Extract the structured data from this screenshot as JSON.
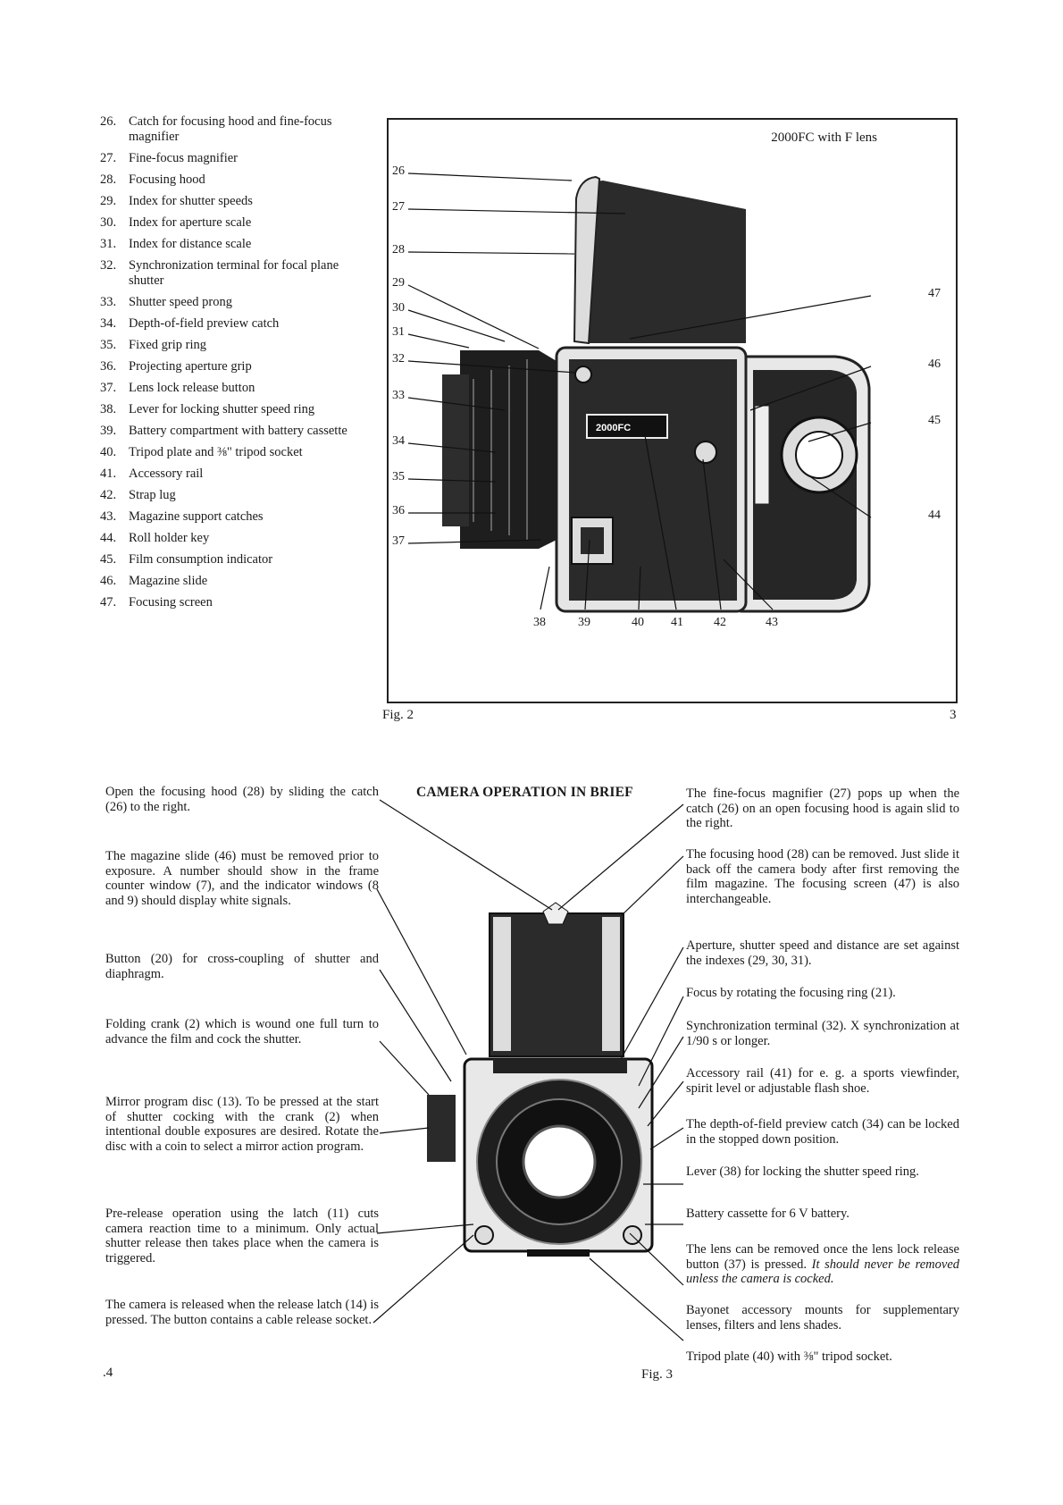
{
  "parts_list": [
    {
      "num": "26.",
      "text": "Catch for focusing hood and fine-focus magnifier"
    },
    {
      "num": "27.",
      "text": "Fine-focus magnifier"
    },
    {
      "num": "28.",
      "text": "Focusing hood"
    },
    {
      "num": "29.",
      "text": "Index for shutter speeds"
    },
    {
      "num": "30.",
      "text": "Index for aperture scale"
    },
    {
      "num": "31.",
      "text": "Index for distance scale"
    },
    {
      "num": "32.",
      "text": "Synchronization terminal for focal plane shutter"
    },
    {
      "num": "33.",
      "text": "Shutter speed prong"
    },
    {
      "num": "34.",
      "text": "Depth-of-field preview catch"
    },
    {
      "num": "35.",
      "text": "Fixed grip ring"
    },
    {
      "num": "36.",
      "text": "Projecting aperture grip"
    },
    {
      "num": "37.",
      "text": "Lens lock release button"
    },
    {
      "num": "38.",
      "text": "Lever for locking shutter speed ring"
    },
    {
      "num": "39.",
      "text": "Battery compartment with battery cassette"
    },
    {
      "num": "40.",
      "text": "Tripod plate and ⅜\" tripod socket"
    },
    {
      "num": "41.",
      "text": "Accessory rail"
    },
    {
      "num": "42.",
      "text": "Strap lug"
    },
    {
      "num": "43.",
      "text": "Magazine support catches"
    },
    {
      "num": "44.",
      "text": "Roll holder key"
    },
    {
      "num": "45.",
      "text": "Film consumption indicator"
    },
    {
      "num": "46.",
      "text": "Magazine slide"
    },
    {
      "num": "47.",
      "text": "Focusing screen"
    }
  ],
  "figure2": {
    "model_label": "2000FC with F lens",
    "camera_nameplate": "2000FC",
    "left_callouts": [
      "26",
      "27",
      "28",
      "29",
      "30",
      "31",
      "32",
      "33",
      "34",
      "35",
      "36",
      "37"
    ],
    "right_callouts": [
      "47",
      "46",
      "45",
      "44"
    ],
    "bottom_callouts": [
      "38",
      "39",
      "40",
      "41",
      "42",
      "43"
    ],
    "caption": "Fig. 2",
    "page_number": "3"
  },
  "section": {
    "heading": "CAMERA OPERATION IN BRIEF",
    "left_paragraphs": [
      "Open the focusing hood (28) by sliding the catch (26) to the right.",
      "The magazine slide (46) must be removed prior to exposure. A number should show in the frame counter window (7), and the indicator windows (8 and 9) should display white signals.",
      "Button (20) for cross-coupling of shutter and diaphragm.",
      "Folding crank (2) which is wound one full turn to advance the film and cock the shutter.",
      "Mirror program disc (13). To be pressed at the start of shutter cocking with the crank (2) when intentional double exposures are desired. Rotate the disc with a coin to select a mirror action program.",
      "Pre-release operation using the latch (11) cuts camera reaction time to a minimum. Only actual shutter release then takes place when the camera is triggered.",
      "The camera is released when the release latch (14) is pressed. The button contains a cable release socket."
    ],
    "right_paragraphs": [
      "The fine-focus magnifier (27) pops up when the catch (26) on an open focusing hood is again slid to the right.",
      "The focusing hood (28) can be removed. Just slide it back off the camera body after first removing the film magazine. The focusing screen (47) is also interchangeable.",
      "Aperture, shutter speed and distance are set against the indexes (29, 30, 31).",
      "Focus by rotating the focusing ring (21).",
      "Synchronization terminal (32). X synchronization at 1/90 s or longer.",
      "Accessory rail (41) for e. g. a sports viewfinder, spirit level or adjustable flash shoe.",
      "The depth-of-field preview catch (34) can be locked in the stopped down position.",
      "Lever (38) for locking the shutter speed ring.",
      "Battery cassette for 6 V battery."
    ],
    "lens_removal_text": "The lens can be removed once the lens lock release button (37) is pressed.",
    "lens_removal_italic": "It should never be removed unless the camera is cocked.",
    "bayonet_text": "Bayonet accessory mounts for supplementary lenses, filters and lens shades.",
    "tripod_text": "Tripod plate (40) with ⅜\" tripod socket.",
    "caption": "Fig. 3",
    "page_number": ".4"
  }
}
